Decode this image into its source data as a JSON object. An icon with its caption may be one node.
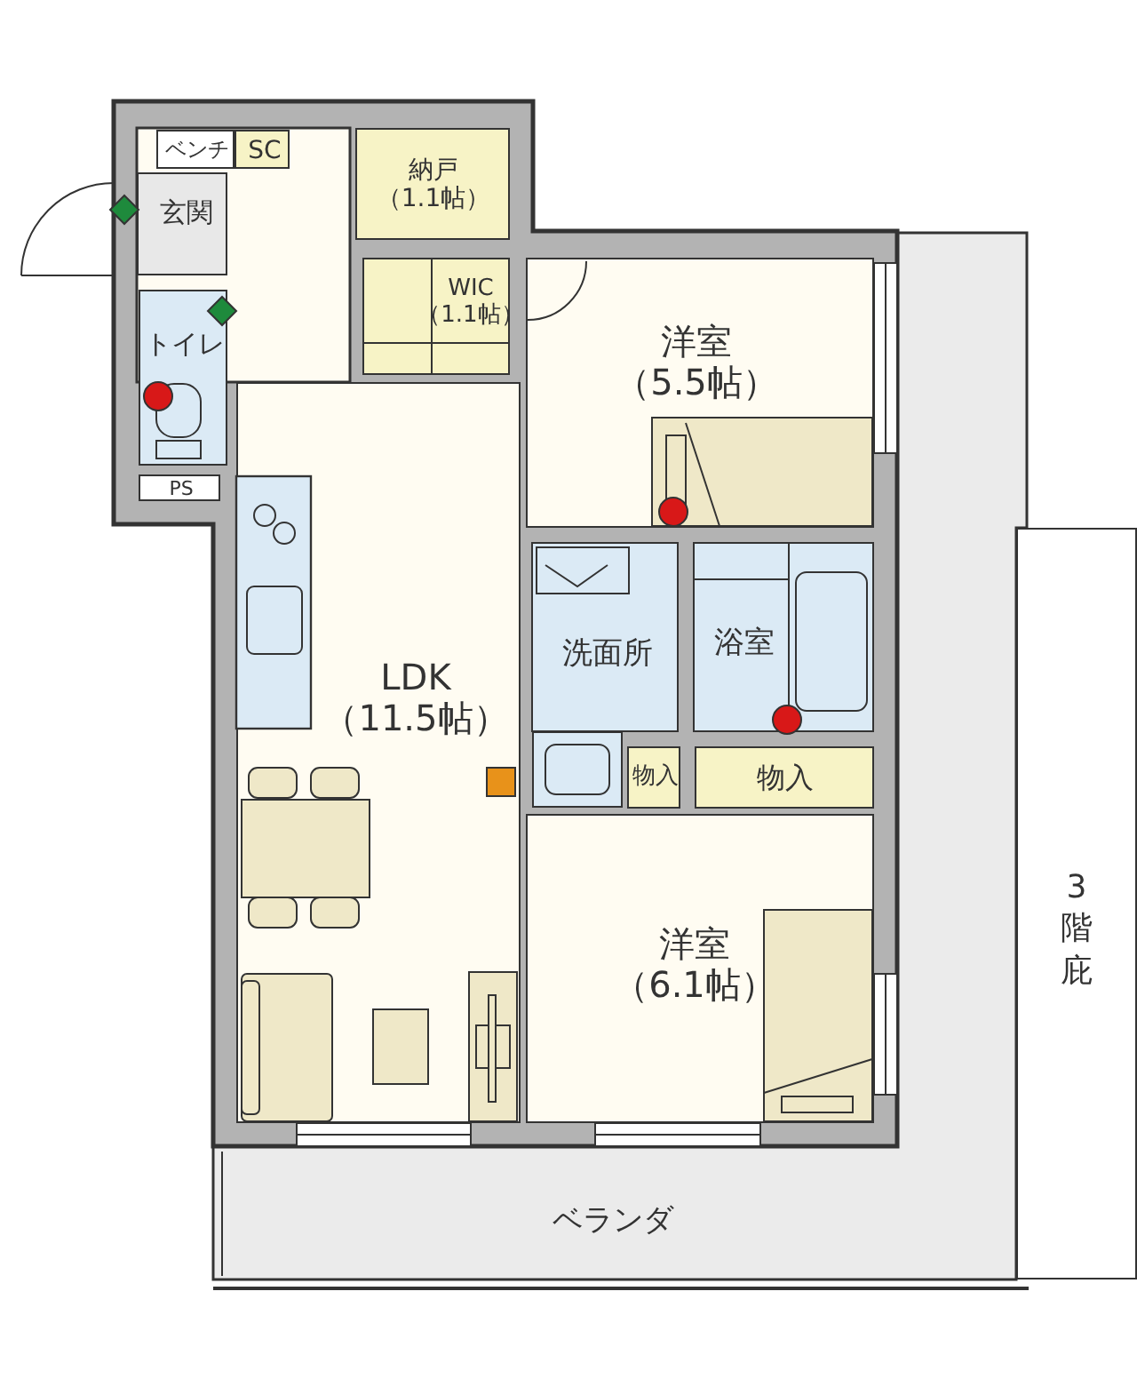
{
  "diagram": {
    "nodes": [
      {
        "text": [
          "玄関"
        ]
      },
      {
        "text": [
          "ベンチ"
        ]
      },
      {
        "text": [
          "SC"
        ]
      },
      {
        "text": [
          "納戸",
          "（1.1帖）"
        ]
      },
      {
        "text": [
          "WIC",
          "（1.1帖）"
        ]
      },
      {
        "text": [
          "トイレ"
        ]
      },
      {
        "text": [
          "PS"
        ]
      },
      {
        "text": [
          "洋室",
          "（5.5帖）"
        ]
      },
      {
        "text": [
          "LDK",
          "（11.5帖）"
        ]
      },
      {
        "text": [
          "洗面所"
        ]
      },
      {
        "text": [
          "浴室"
        ]
      },
      {
        "text": [
          "物入"
        ]
      },
      {
        "text": [
          "物入"
        ]
      },
      {
        "text": [
          "洋室",
          "（6.1帖）"
        ]
      },
      {
        "text": [
          "ベランダ"
        ]
      },
      {
        "text": [
          "3階庇"
        ]
      }
    ]
  }
}
